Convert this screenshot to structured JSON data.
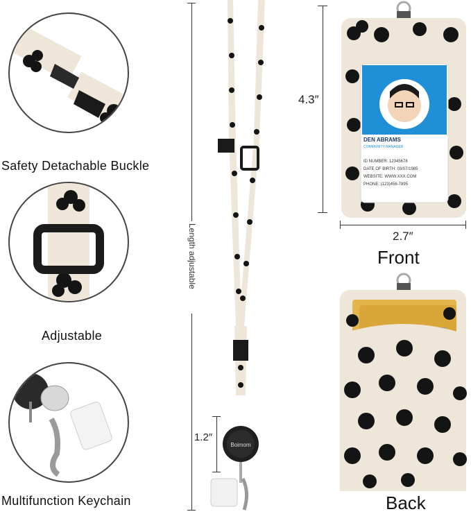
{
  "captions": {
    "buckle": "Safety Detachable Buckle",
    "adjustable": "Adjustable",
    "keychain": "Multifunction Keychain"
  },
  "dimensions": {
    "height": "4.3″",
    "width": "2.7″",
    "reel": "1.2″",
    "length_label": "Length   adjustable"
  },
  "views": {
    "front": "Front",
    "back": "Back"
  },
  "id_card": {
    "name": "DEN ABRAMS",
    "role": "COMMUNITY MANAGER",
    "id_number": "ID NUMBER: 12345678",
    "dob": "DATE OF BIRTH: 03/07/1985",
    "website": "WEBSITE: WWW.XXX.COM",
    "phone": "PHONE: (123)456-7895"
  },
  "reel_brand": "Boimom",
  "colors": {
    "fabric": "#eee6d8",
    "flower": "#141414",
    "card_blue": "#1f8fd8",
    "gold": "#e2b64a"
  }
}
